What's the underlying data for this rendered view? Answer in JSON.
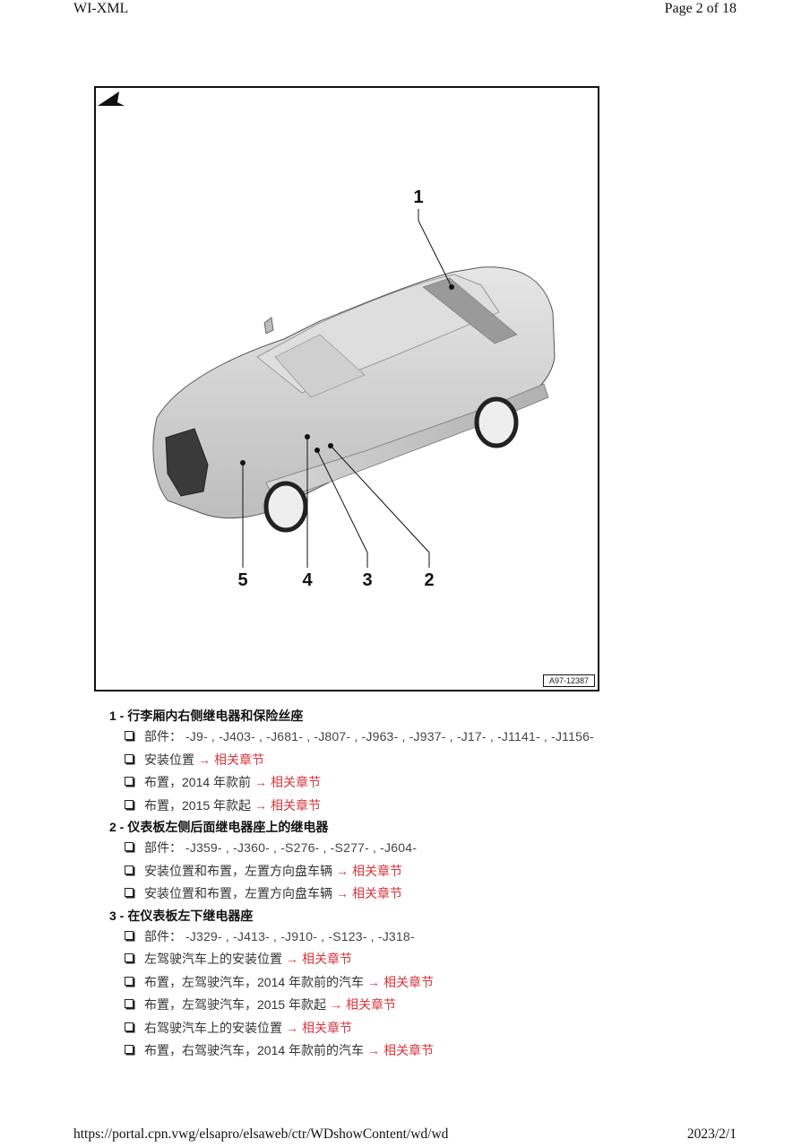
{
  "header": {
    "left": "WI-XML",
    "right": "Page 2 of 18"
  },
  "footer": {
    "url": "https://portal.cpn.vwg/elsapro/elsaweb/ctr/WDshowContent/wd/wd",
    "date": "2023/2/1"
  },
  "figure": {
    "id": "A97-12387",
    "callouts": [
      "1",
      "2",
      "3",
      "4",
      "5"
    ]
  },
  "colors": {
    "link": "#d9363e",
    "text": "#333333",
    "heading": "#111111"
  },
  "sections": [
    {
      "number": "1 -",
      "title": "行李厢内右侧继电器和保险丝座",
      "items": [
        {
          "text": "部件：",
          "parts": "-J9- , -J403- , -J681- , -J807- , -J963- , -J937- , -J17- , -J1141- , -J1156-"
        },
        {
          "text": "安装位置",
          "arrow": "→",
          "link": "相关章节"
        },
        {
          "text": "布置，2014 年款前",
          "arrow": "→",
          "link": "相关章节"
        },
        {
          "text": "布置，2015 年款起",
          "arrow": "→",
          "link": "相关章节"
        }
      ]
    },
    {
      "number": "2 -",
      "title": "仪表板左侧后面继电器座上的继电器",
      "items": [
        {
          "text": "部件：",
          "parts": "-J359- , -J360- , -S276- , -S277- , -J604-"
        },
        {
          "text": "安装位置和布置，左置方向盘车辆",
          "arrow": "→",
          "link": "相关章节"
        },
        {
          "text": "安装位置和布置，左置方向盘车辆",
          "arrow": "→",
          "link": "相关章节"
        }
      ]
    },
    {
      "number": "3 -",
      "title": "在仪表板左下继电器座",
      "items": [
        {
          "text": "部件：",
          "parts": "-J329- , -J413- , -J910- , -S123- , -J318-"
        },
        {
          "text": "左驾驶汽车上的安装位置",
          "arrow": "→",
          "link": "相关章节"
        },
        {
          "text": "布置，左驾驶汽车，2014 年款前的汽车",
          "arrow": "→",
          "link": "相关章节"
        },
        {
          "text": "布置，左驾驶汽车，2015 年款起",
          "arrow": "→",
          "link": "相关章节"
        },
        {
          "text": "右驾驶汽车上的安装位置",
          "arrow": "→",
          "link": "相关章节"
        },
        {
          "text": "布置，右驾驶汽车，2014 年款前的汽车",
          "arrow": "→",
          "link": "相关章节"
        }
      ]
    }
  ]
}
